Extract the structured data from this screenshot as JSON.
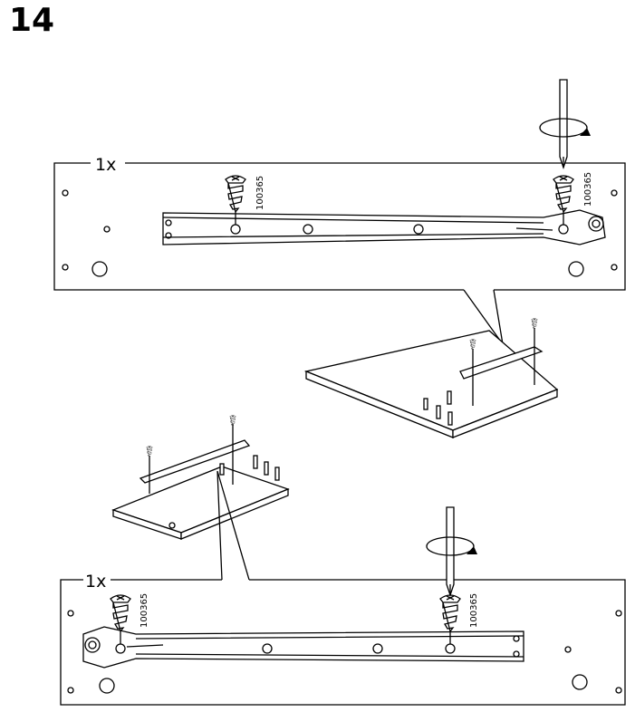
{
  "step_number": "14",
  "top_panel": {
    "quantity": "1x",
    "part_number_left": "100365",
    "part_number_right": "100365"
  },
  "bottom_panel": {
    "quantity": "1x",
    "part_number_left": "100365",
    "part_number_right": "100365"
  }
}
